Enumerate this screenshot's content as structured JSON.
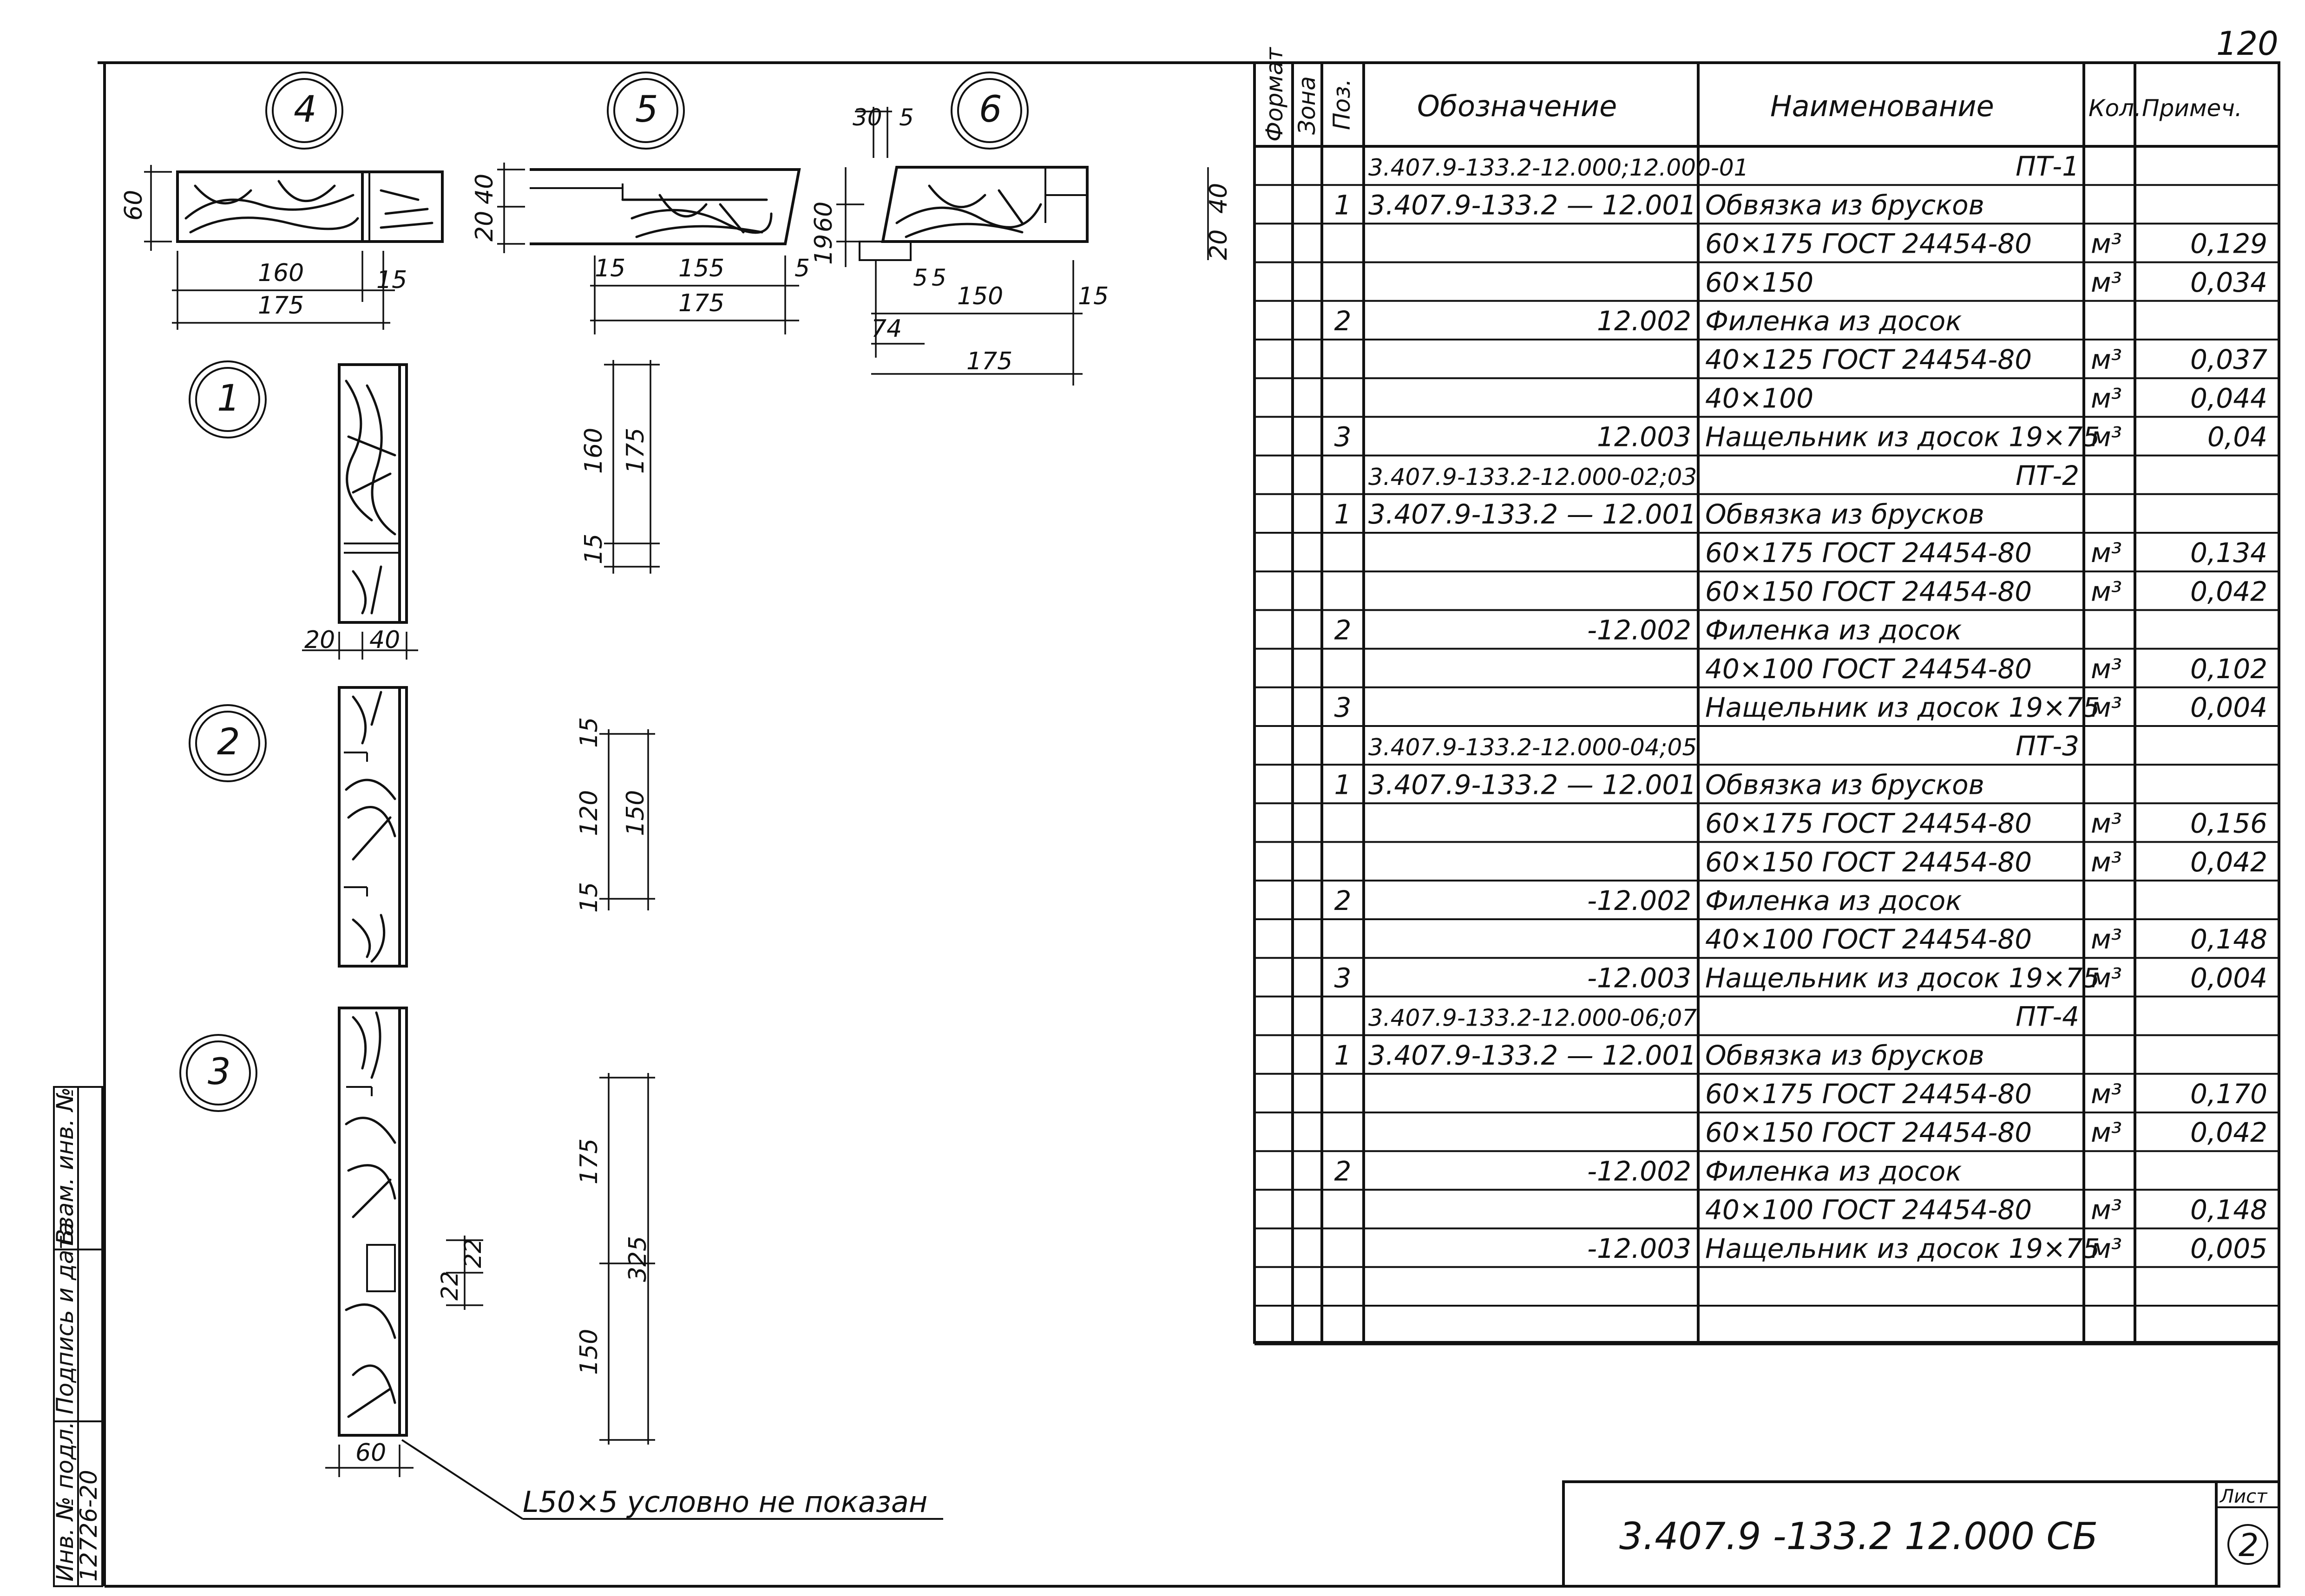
{
  "sheet_corner_number": "120",
  "table": {
    "headers": {
      "format": "Формат",
      "zone": "Зона",
      "pos": "Поз.",
      "designation": "Обозначение",
      "name": "Наименование",
      "qty": "Кол.",
      "note": "Примеч."
    },
    "rows": [
      {
        "pos": "",
        "designation": "3.407.9-133.2-12.000;12.000-01",
        "name": "ПТ-1",
        "qty": "",
        "note": ""
      },
      {
        "pos": "1",
        "designation": "3.407.9-133.2 — 12.001",
        "name": "Обвязка из брусков",
        "qty": "",
        "note": ""
      },
      {
        "pos": "",
        "designation": "",
        "name": "60×175 ГОСТ 24454-80",
        "qty": "м³",
        "note": "0,129"
      },
      {
        "pos": "",
        "designation": "",
        "name": "60×150",
        "qty": "м³",
        "note": "0,034"
      },
      {
        "pos": "2",
        "designation": "12.002",
        "name": "Филенка из досок",
        "qty": "",
        "note": ""
      },
      {
        "pos": "",
        "designation": "",
        "name": "40×125 ГОСТ 24454-80",
        "qty": "м³",
        "note": "0,037"
      },
      {
        "pos": "",
        "designation": "",
        "name": "40×100",
        "qty": "м³",
        "note": "0,044"
      },
      {
        "pos": "3",
        "designation": "12.003",
        "name": "Нащельник из досок 19×75",
        "qty": "м³",
        "note": "0,04"
      },
      {
        "pos": "",
        "designation": "3.407.9-133.2-12.000-02;03",
        "name": "ПТ-2",
        "qty": "",
        "note": ""
      },
      {
        "pos": "1",
        "designation": "3.407.9-133.2 — 12.001",
        "name": "Обвязка из брусков",
        "qty": "",
        "note": ""
      },
      {
        "pos": "",
        "designation": "",
        "name": "60×175 ГОСТ 24454-80",
        "qty": "м³",
        "note": "0,134"
      },
      {
        "pos": "",
        "designation": "",
        "name": "60×150 ГОСТ 24454-80",
        "qty": "м³",
        "note": "0,042"
      },
      {
        "pos": "2",
        "designation": "-12.002",
        "name": "Филенка из досок",
        "qty": "",
        "note": ""
      },
      {
        "pos": "",
        "designation": "",
        "name": "40×100 ГОСТ 24454-80",
        "qty": "м³",
        "note": "0,102"
      },
      {
        "pos": "3",
        "designation": "",
        "name": "Нащельник из досок 19×75",
        "qty": "м³",
        "note": "0,004"
      },
      {
        "pos": "",
        "designation": "3.407.9-133.2-12.000-04;05",
        "name": "ПТ-3",
        "qty": "",
        "note": ""
      },
      {
        "pos": "1",
        "designation": "3.407.9-133.2 — 12.001",
        "name": "Обвязка из брусков",
        "qty": "",
        "note": ""
      },
      {
        "pos": "",
        "designation": "",
        "name": "60×175 ГОСТ 24454-80",
        "qty": "м³",
        "note": "0,156"
      },
      {
        "pos": "",
        "designation": "",
        "name": "60×150 ГОСТ 24454-80",
        "qty": "м³",
        "note": "0,042"
      },
      {
        "pos": "2",
        "designation": "-12.002",
        "name": "Филенка из досок",
        "qty": "",
        "note": ""
      },
      {
        "pos": "",
        "designation": "",
        "name": "40×100 ГОСТ 24454-80",
        "qty": "м³",
        "note": "0,148"
      },
      {
        "pos": "3",
        "designation": "-12.003",
        "name": "Нащельник из досок 19×75",
        "qty": "м³",
        "note": "0,004"
      },
      {
        "pos": "",
        "designation": "3.407.9-133.2-12.000-06;07",
        "name": "ПТ-4",
        "qty": "",
        "note": ""
      },
      {
        "pos": "1",
        "designation": "3.407.9-133.2 — 12.001",
        "name": "Обвязка из брусков",
        "qty": "",
        "note": ""
      },
      {
        "pos": "",
        "designation": "",
        "name": "60×175 ГОСТ 24454-80",
        "qty": "м³",
        "note": "0,170"
      },
      {
        "pos": "",
        "designation": "",
        "name": "60×150 ГОСТ 24454-80",
        "qty": "м³",
        "note": "0,042"
      },
      {
        "pos": "2",
        "designation": "-12.002",
        "name": "Филенка из досок",
        "qty": "",
        "note": ""
      },
      {
        "pos": "",
        "designation": "",
        "name": "40×100 ГОСТ 24454-80",
        "qty": "м³",
        "note": "0,148"
      },
      {
        "pos": "",
        "designation": "-12.003",
        "name": "Нащельник из досок 19×75",
        "qty": "м³",
        "note": "0,005"
      },
      {
        "pos": "",
        "designation": "",
        "name": "",
        "qty": "",
        "note": ""
      },
      {
        "pos": "",
        "designation": "",
        "name": "",
        "qty": "",
        "note": ""
      }
    ]
  },
  "section_marks": {
    "m4": "4",
    "m5": "5",
    "m6": "6",
    "m1": "1",
    "m2": "2",
    "m3": "3"
  },
  "dimensions": {
    "s4": {
      "height": "60",
      "panel": "160",
      "rail": "15",
      "total": "175"
    },
    "s5": {
      "a": "40",
      "b": "20",
      "left": "15",
      "mid": "155",
      "right": "5",
      "total": "175"
    },
    "s6": {
      "top_a": "30",
      "top_b": "5",
      "h_a": "60",
      "h_b": "19",
      "small_a": "5",
      "small_b": "5",
      "span": "150",
      "right": "15",
      "short": "74",
      "total": "175",
      "side_a": "40",
      "side_b": "20"
    },
    "d1": {
      "a": "160",
      "b": "175",
      "c": "15",
      "w1": "20",
      "w2": "40"
    },
    "d2": {
      "a": "15",
      "b": "120",
      "c": "150",
      "d": "15"
    },
    "d3": {
      "a": "175",
      "b": "325",
      "c": "150",
      "g1": "22",
      "g2": "22",
      "w": "60"
    }
  },
  "leader_note": "L50×5 условно не показан",
  "stamp": {
    "code": "3.407.9 -133.2    12.000 СБ",
    "sheet_label": "Лист",
    "sheet_number": "2"
  },
  "side_strip": {
    "inv_orig": "Инв. № подл.",
    "sign_date": "Подпись и дата",
    "inv_repl": "Взам. инв. №",
    "inv_number": "12726-20"
  }
}
